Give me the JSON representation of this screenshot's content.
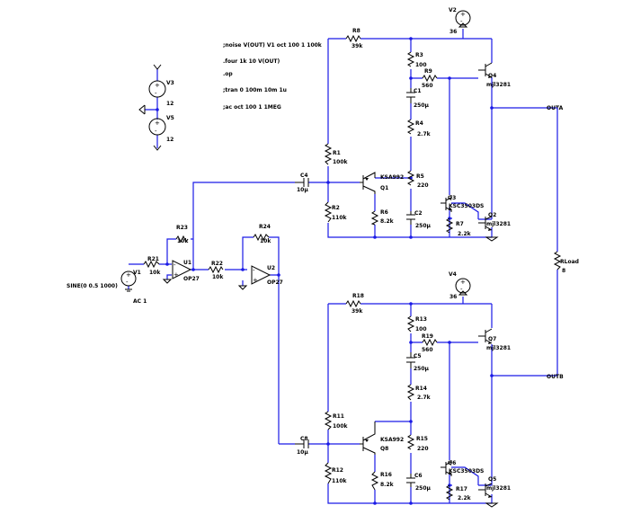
{
  "directives": [
    ";noise V(OUT) V1 oct 100 1 100k",
    ".four 1k 10 V(OUT)",
    ".op",
    ";tran 0 100m 10m 1u",
    ";ac oct 100 1 1MEG"
  ],
  "sources": {
    "V1": {
      "name": "V1",
      "value": "SINE(0 0.5 1000)",
      "ac": "AC 1"
    },
    "V2": {
      "name": "V2",
      "value": "36"
    },
    "V3": {
      "name": "V3",
      "value": "12"
    },
    "V4": {
      "name": "V4",
      "value": "36"
    },
    "V5": {
      "name": "V5",
      "value": "12"
    }
  },
  "opamps": {
    "U1": {
      "name": "U1",
      "model": "OP27"
    },
    "U2": {
      "name": "U2",
      "model": "OP27"
    }
  },
  "resistors": {
    "R1": {
      "name": "R1",
      "value": "100k"
    },
    "R2": {
      "name": "R2",
      "value": "110k"
    },
    "R3": {
      "name": "R3",
      "value": "100"
    },
    "R4": {
      "name": "R4",
      "value": "2.7k"
    },
    "R5": {
      "name": "R5",
      "value": "220"
    },
    "R6": {
      "name": "R6",
      "value": "8.2k"
    },
    "R7": {
      "name": "R7",
      "value": "2.2k"
    },
    "R8": {
      "name": "R8",
      "value": "39k"
    },
    "R9": {
      "name": "R9",
      "value": "560"
    },
    "R11": {
      "name": "R11",
      "value": "100k"
    },
    "R12": {
      "name": "R12",
      "value": "110k"
    },
    "R13": {
      "name": "R13",
      "value": "100"
    },
    "R14": {
      "name": "R14",
      "value": "2.7k"
    },
    "R15": {
      "name": "R15",
      "value": "220"
    },
    "R16": {
      "name": "R16",
      "value": "8.2k"
    },
    "R17": {
      "name": "R17",
      "value": "2.2k"
    },
    "R18": {
      "name": "R18",
      "value": "39k"
    },
    "R19": {
      "name": "R19",
      "value": "560"
    },
    "R21": {
      "name": "R21",
      "value": "10k"
    },
    "R22": {
      "name": "R22",
      "value": "10k"
    },
    "R23": {
      "name": "R23",
      "value": "10k"
    },
    "R24": {
      "name": "R24",
      "value": "10k"
    },
    "RLoad": {
      "name": "RLoad",
      "value": "8"
    }
  },
  "capacitors": {
    "C1": {
      "name": "C1",
      "value": "250µ"
    },
    "C2": {
      "name": "C2",
      "value": "250µ"
    },
    "C4": {
      "name": "C4",
      "value": "10µ"
    },
    "C5": {
      "name": "C5",
      "value": "250µ"
    },
    "C6": {
      "name": "C6",
      "value": "250µ"
    },
    "C8": {
      "name": "C8",
      "value": "10µ"
    }
  },
  "transistors": {
    "Q1": {
      "name": "Q1",
      "model": "KSA992"
    },
    "Q2": {
      "name": "Q2",
      "model": "mjl3281"
    },
    "Q3": {
      "name": "Q3",
      "model": "KSC3503DS"
    },
    "Q4": {
      "name": "Q4",
      "model": "mjl3281"
    },
    "Q5": {
      "name": "Q5",
      "model": "mjl3281"
    },
    "Q6": {
      "name": "Q6",
      "model": "KSC3503DS"
    },
    "Q7": {
      "name": "Q7",
      "model": "mjl3281"
    },
    "Q8": {
      "name": "Q8",
      "model": "KSA992"
    }
  },
  "nets": {
    "outa": "OUTA",
    "outb": "OUTB"
  },
  "colors": {
    "wire": "#1a1ae6",
    "component": "#000000",
    "background": "#ffffff"
  }
}
